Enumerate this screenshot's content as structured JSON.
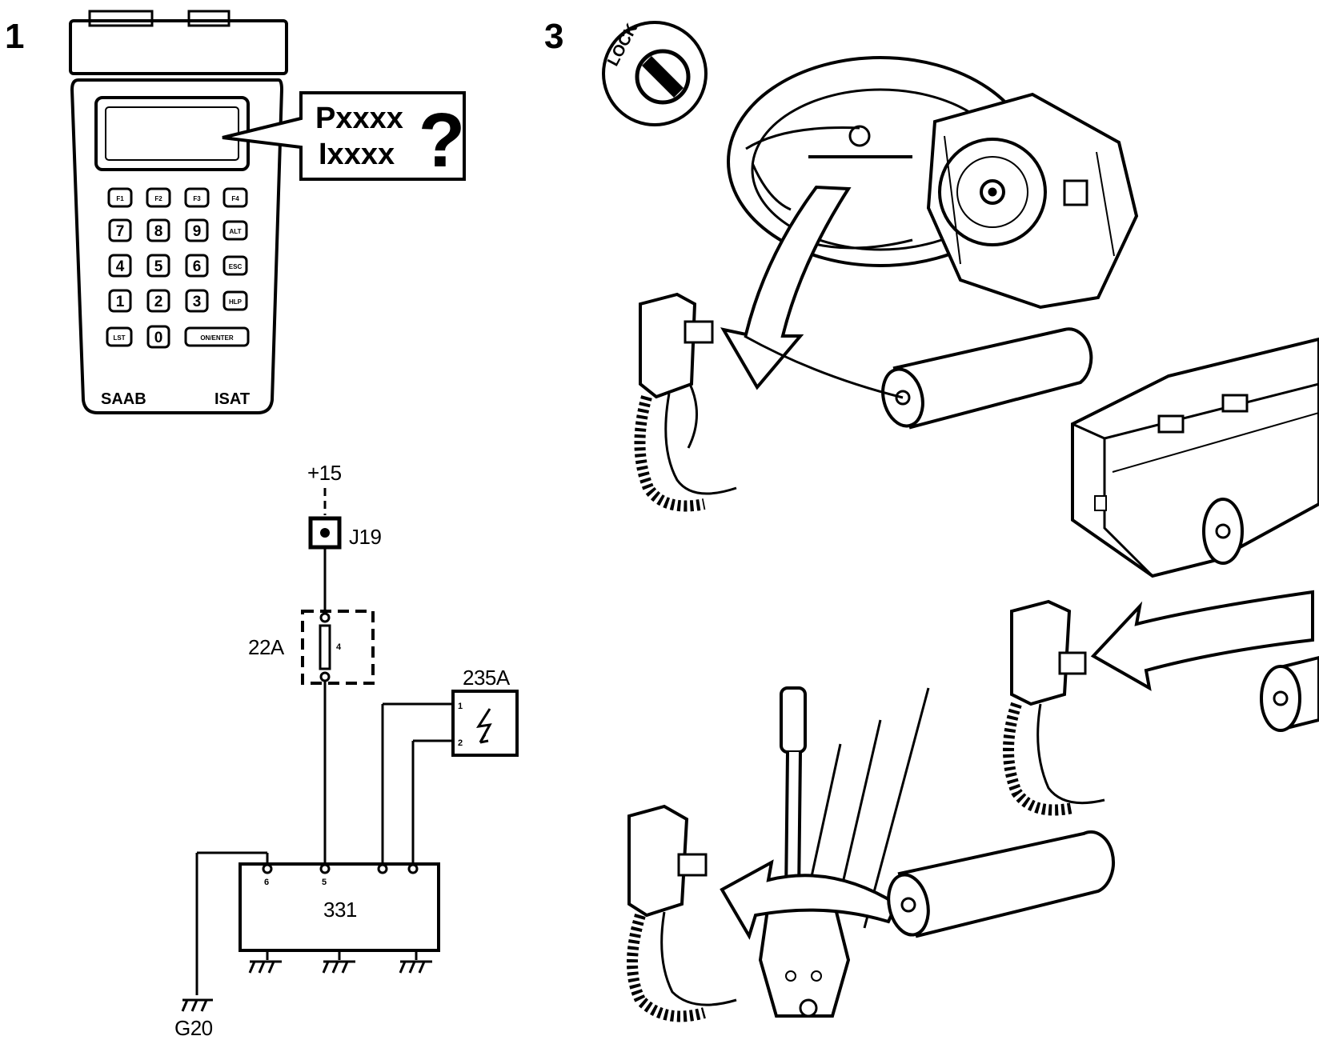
{
  "panels": {
    "panel1_number": "1",
    "panel3_number": "3"
  },
  "tester": {
    "display_line1": "Pxxxx",
    "display_line2": "Ixxxx",
    "question_mark": "?",
    "keys_function": [
      "F1",
      "F2",
      "F3",
      "F4"
    ],
    "keys_row1": [
      "7",
      "8",
      "9",
      "ALT"
    ],
    "keys_row2": [
      "4",
      "5",
      "6",
      "ESC"
    ],
    "keys_row3": [
      "1",
      "2",
      "3",
      "HLP"
    ],
    "keys_row4": [
      "LST",
      "0",
      "ON/ENTER"
    ],
    "brand_left": "SAAB",
    "brand_right": "ISAT"
  },
  "ignition": {
    "lock_label": "LOCK"
  },
  "circuit": {
    "supply_label": "+15",
    "connector_label": "J19",
    "fuse_box_label": "22A",
    "fuse_number": "4",
    "sensor_label": "235A",
    "sensor_pin1": "1",
    "sensor_pin2": "2",
    "module_label": "331",
    "module_pin6": "6",
    "module_pin5": "5",
    "ground_label": "G20"
  }
}
